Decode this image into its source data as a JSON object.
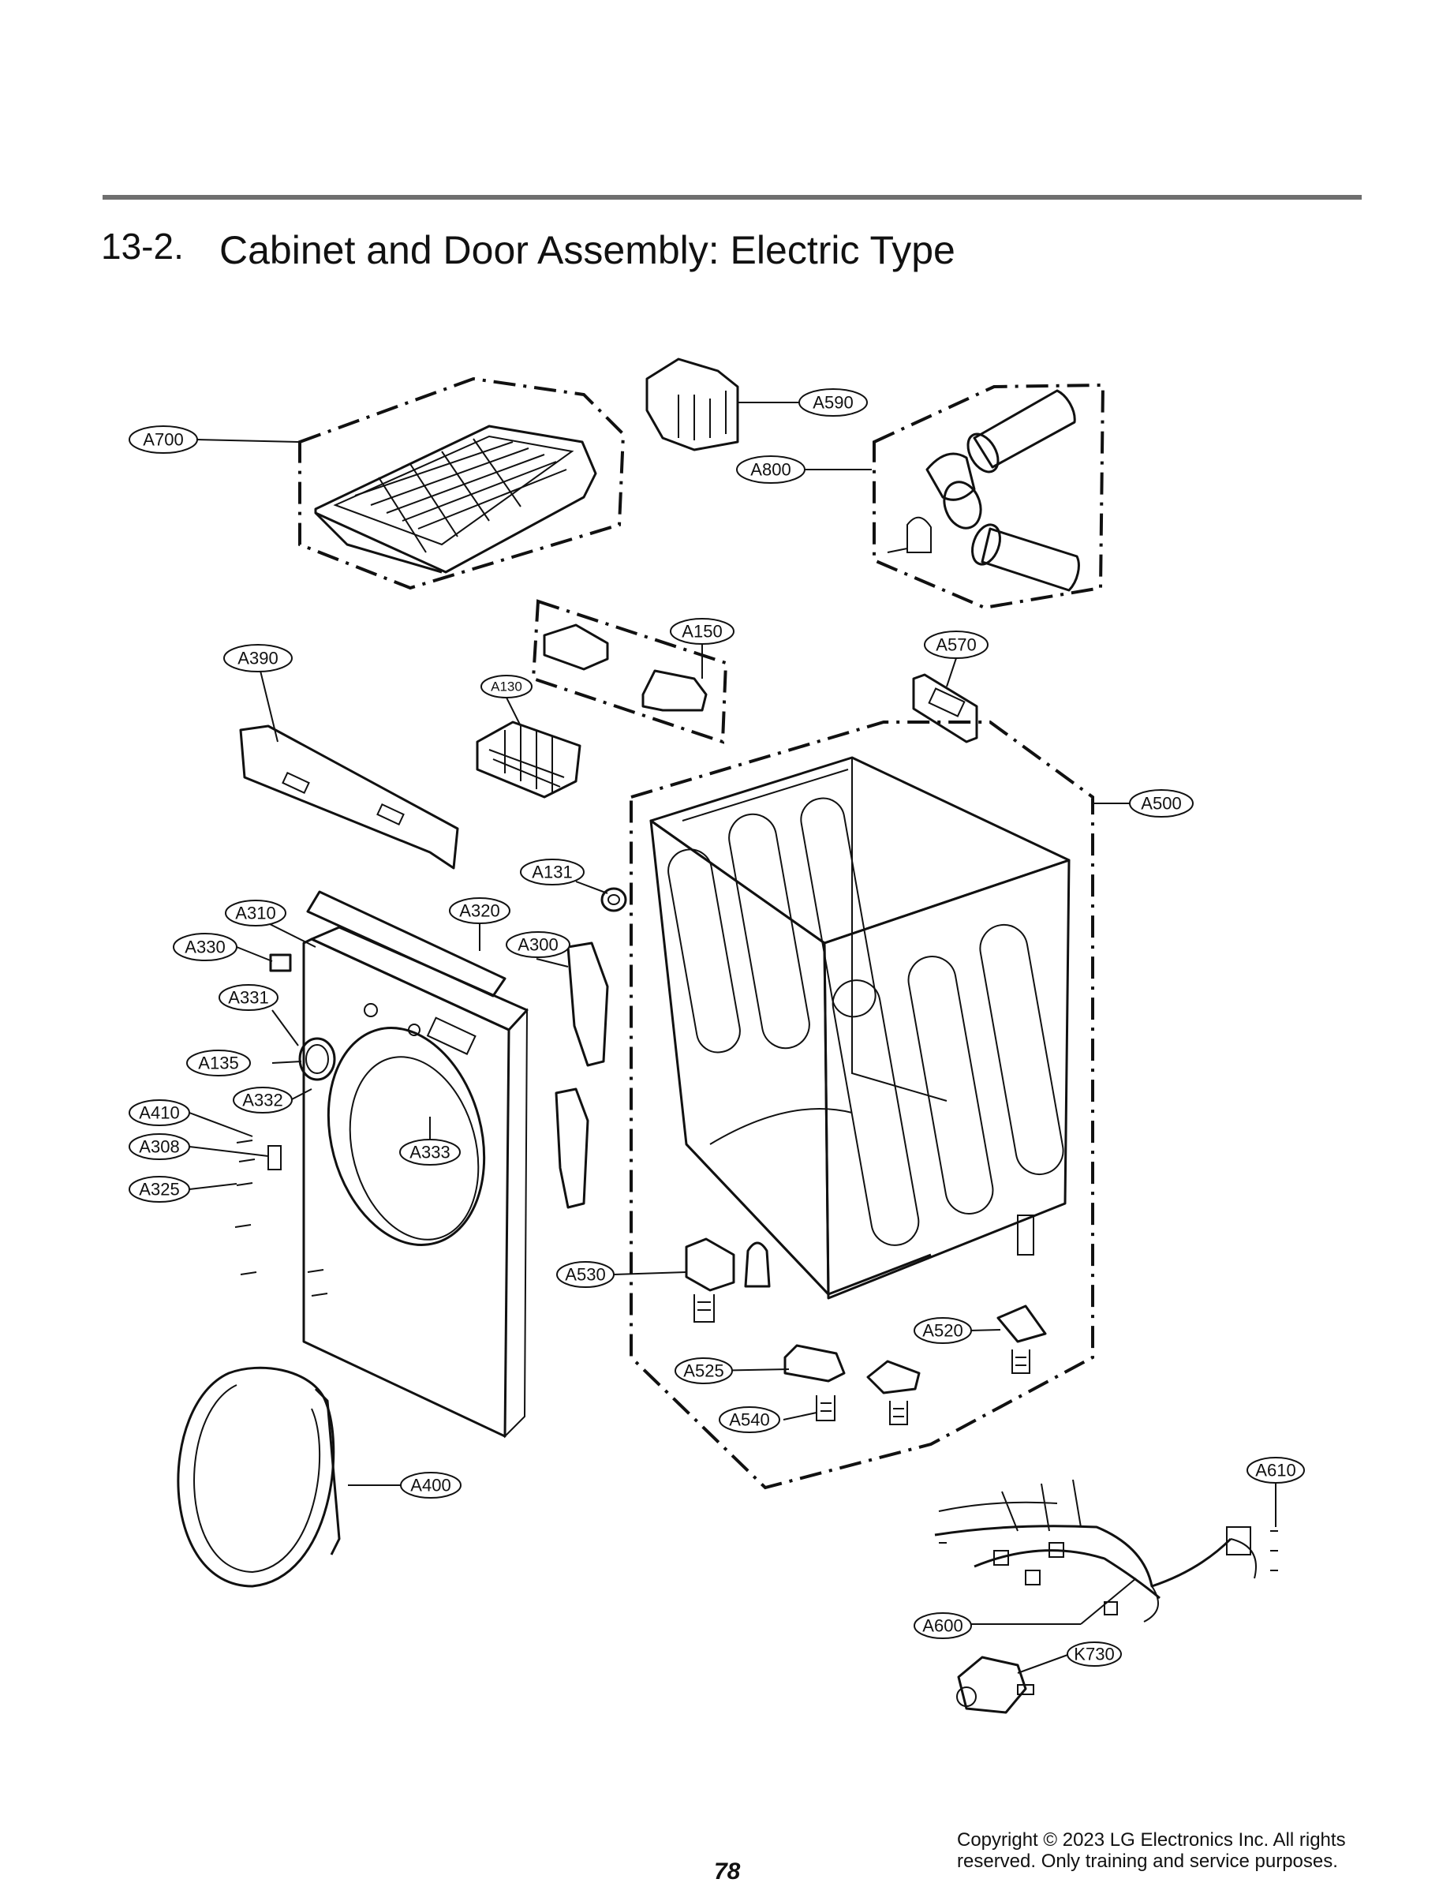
{
  "header": {
    "section_number": "13-2.",
    "section_title": "Cabinet and Door Assembly: Electric Type"
  },
  "callouts": [
    "A700",
    "A590",
    "A800",
    "A150",
    "A130",
    "A390",
    "A570",
    "A500",
    "A131",
    "A310",
    "A320",
    "A300",
    "A330",
    "A331",
    "A135",
    "A332",
    "A410",
    "A308",
    "A333",
    "A325",
    "A530",
    "A520",
    "A525",
    "A540",
    "A400",
    "A610",
    "A600",
    "K730"
  ],
  "footer": {
    "page_number": "78",
    "copyright_line1": "Copyright © 2023 LG Electronics Inc. All rights",
    "copyright_line2": "reserved. Only training and service purposes."
  }
}
